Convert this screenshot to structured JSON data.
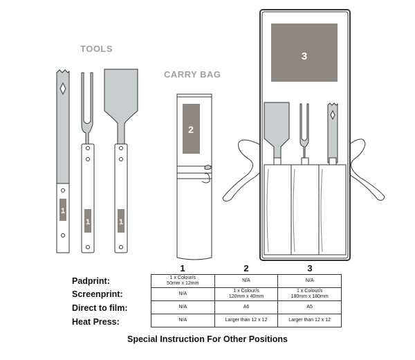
{
  "sections": {
    "tools": "TOOLS",
    "carry_bag": "CARRY BAG"
  },
  "print_areas": {
    "tool_1": "1",
    "bag_2": "2",
    "bag_3": "3"
  },
  "colors": {
    "tool_gray": "#c8cdd0",
    "print_area": "#8e8680",
    "title_gray": "#9aa2a6",
    "outline": "#333333"
  },
  "spec_table": {
    "columns": [
      "1",
      "2",
      "3"
    ],
    "rows": [
      {
        "label": "Padprint:",
        "cells": [
          "1 x Colour/s\n50mm x 12mm",
          "N/A",
          "N/A"
        ]
      },
      {
        "label": "Screenprint:",
        "cells": [
          "N/A",
          "1 x Colour/s\n120mm x 40mm",
          "1 x Colour/s\n180mm x 180mm"
        ]
      },
      {
        "label": "Direct to film:",
        "cells": [
          "N/A",
          "A6",
          "A5"
        ]
      },
      {
        "label": "Heat Press:",
        "cells": [
          "N/A",
          "Larger than 12 x 12",
          "Larger than 12 x 12"
        ]
      }
    ]
  },
  "footer": "Special Instruction For Other Positions"
}
